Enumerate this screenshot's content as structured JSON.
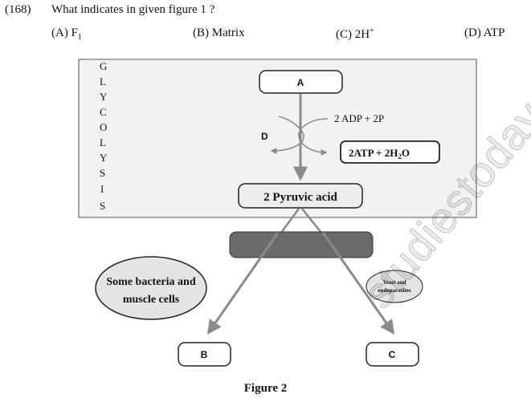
{
  "question": {
    "number": "(168)",
    "text": "What indicates in given figure 1 ?",
    "options": [
      {
        "label": "(A) F",
        "sub": "1",
        "sup": ""
      },
      {
        "label": "(B) Matrix",
        "sub": "",
        "sup": ""
      },
      {
        "label": "(C) 2H",
        "sub": "",
        "sup": "+"
      },
      {
        "label": "(D) ATP",
        "sub": "",
        "sup": ""
      }
    ]
  },
  "figure": {
    "glycolysis_letters": [
      "G",
      "L",
      "Y",
      "C",
      "O",
      "L",
      "Y",
      "S",
      "I",
      "S"
    ],
    "box_a": "A",
    "label_d": "D",
    "adp_text": "2 ADP + 2P",
    "atp_text": "2ATP + 2H",
    "atp_sub": "2",
    "atp_tail": "O",
    "pyruvic": "2 Pyruvic acid",
    "bacteria_line1": "Some bacteria and",
    "bacteria_line2": "muscle cells",
    "yeast_line1": "Yeast and",
    "yeast_line2": "endoparasites",
    "box_b": "B",
    "box_c": "C",
    "caption": "Figure 2",
    "watermark": "studiestoday.com"
  },
  "colors": {
    "panel_fill": "#f2f2f2",
    "arrow_gray": "#8a8a8a",
    "dark_box": "#6b6b6b",
    "oval_fill": "#e4e4e4"
  }
}
